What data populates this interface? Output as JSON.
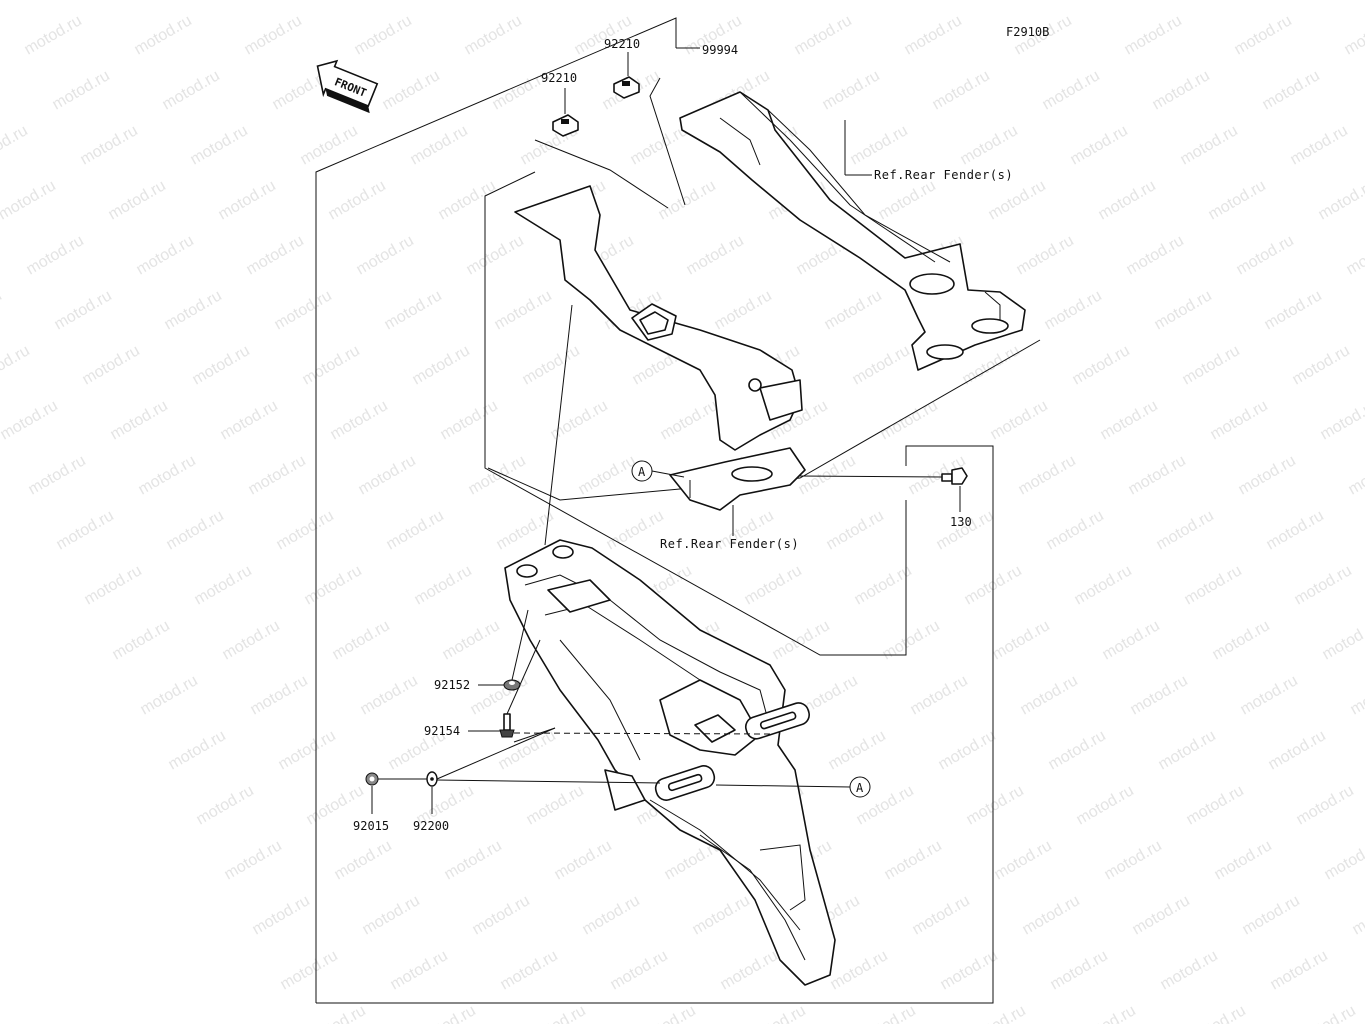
{
  "figure_code": "F2910B",
  "front_label": "FRONT",
  "watermark": "motod.ru",
  "callout_letter": "A",
  "parts": {
    "clip_left": "92210",
    "clip_right": "92210",
    "kit": "99994",
    "bolt": "130",
    "grommet": "92152",
    "screw": "92154",
    "nut": "92015",
    "washer": "92200"
  },
  "references": {
    "upper": "Ref.Rear Fender(s)",
    "lower": "Ref.Rear Fender(s)"
  }
}
